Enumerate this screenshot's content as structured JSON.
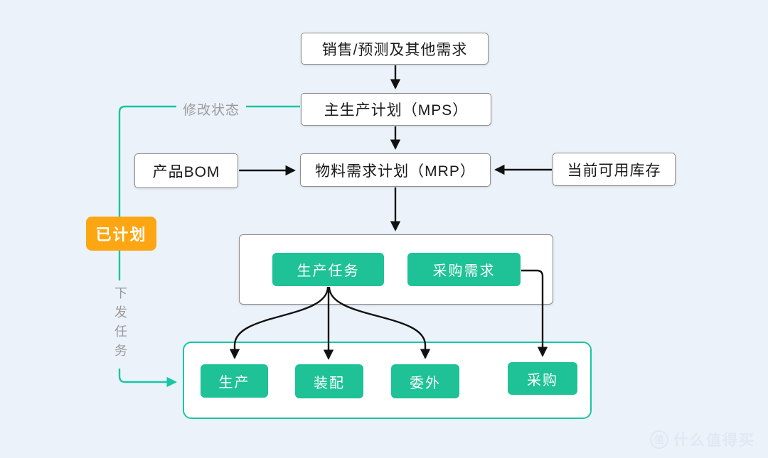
{
  "diagram": {
    "nodes": {
      "sales": {
        "label": "销售/预测及其他需求"
      },
      "mps": {
        "label": "主生产计划（MPS）"
      },
      "bom": {
        "label": "产品BOM"
      },
      "mrp": {
        "label": "物料需求计划（MRP）"
      },
      "inventory": {
        "label": "当前可用库存"
      },
      "planned": {
        "label": "已计划"
      },
      "production_task": {
        "label": "生产任务"
      },
      "purchase_demand": {
        "label": "采购需求"
      },
      "production": {
        "label": "生产"
      },
      "assembly": {
        "label": "装配"
      },
      "outsourcing": {
        "label": "委外"
      },
      "purchase": {
        "label": "采购"
      }
    },
    "edge_labels": {
      "modify_status": "修改状态",
      "dispatch_tasks": "下发任务"
    },
    "colors": {
      "background": "#ECF2FA",
      "node_fill": "#FFFFFF",
      "node_border": "#8C8C8C",
      "green_button": "#1EC296",
      "teal_connector": "#18C6A4",
      "orange_status": "#FBA612",
      "gray_label_text": "#9B9B9B",
      "black_arrow": "#111111"
    }
  },
  "watermark": {
    "badge": "值",
    "text": "什么值得买"
  }
}
